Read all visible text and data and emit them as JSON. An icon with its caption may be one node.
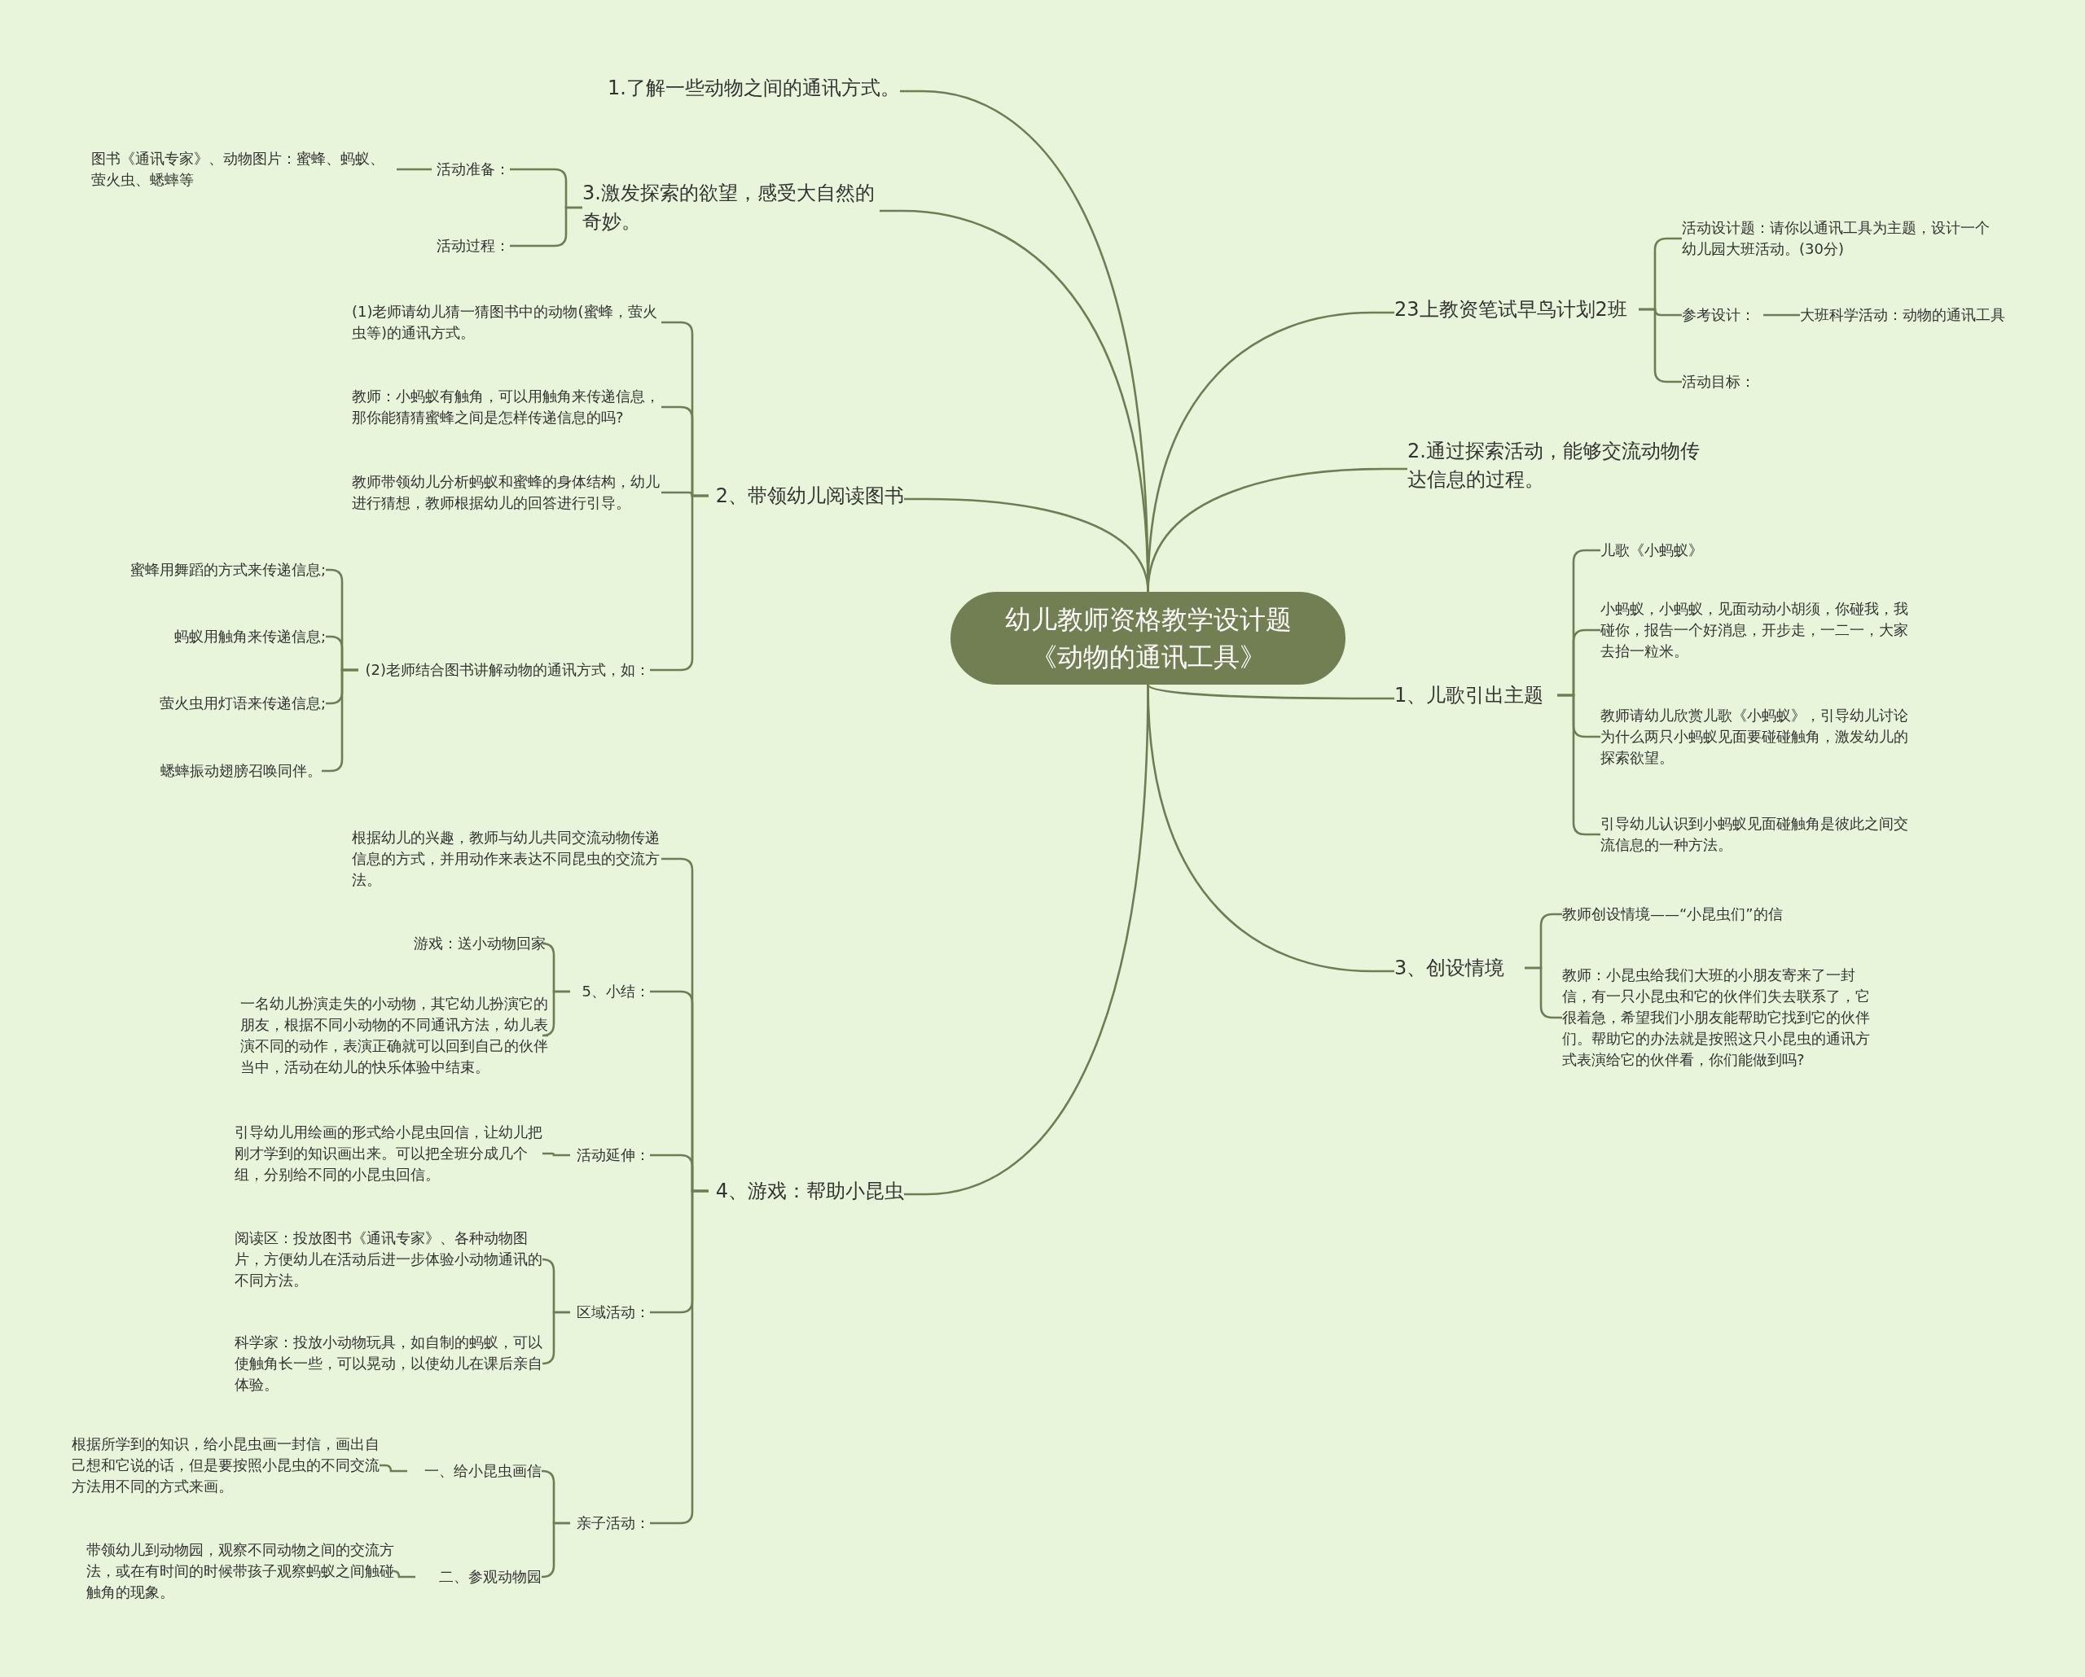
{
  "diagram": {
    "nodes": [
      {
        "text": [
          "幼儿教师资格教学设计题《动物的通讯工具》"
        ]
      },
      {
        "text": [
          "1.了解一些动物之间的通讯方式。"
        ]
      },
      {
        "text": [
          "3.激发探索的欲望，感受大自然的奇妙。"
        ]
      },
      {
        "text": [
          "活动准备："
        ]
      },
      {
        "text": [
          "图书《通讯专家》、动物图片：蜜蜂、蚂蚁、萤火虫、蟋蟀等"
        ]
      },
      {
        "text": [
          "活动过程："
        ]
      },
      {
        "text": [
          "2、带领幼儿阅读图书"
        ]
      },
      {
        "text": [
          "(1)老师请幼儿猜一猜图书中的动物(蜜蜂，萤火虫等)的通讯方式。"
        ]
      },
      {
        "text": [
          "教师：小蚂蚁有触角，可以用触角来传递信息，那你能猜猜蜜蜂之间是怎样传递信息的吗?"
        ]
      },
      {
        "text": [
          "教师带领幼儿分析蚂蚁和蜜蜂的身体结构，幼儿进行猜想，教师根据幼儿的回答进行引导。"
        ]
      },
      {
        "text": [
          "(2)老师结合图书讲解动物的通讯方式，如："
        ]
      },
      {
        "text": [
          "蜜蜂用舞蹈的方式来传递信息;"
        ]
      },
      {
        "text": [
          "蚂蚁用触角来传递信息;"
        ]
      },
      {
        "text": [
          "萤火虫用灯语来传递信息;"
        ]
      },
      {
        "text": [
          "蟋蟀振动翅膀召唤同伴。"
        ]
      },
      {
        "text": [
          "4、游戏：帮助小昆虫"
        ]
      },
      {
        "text": [
          "根据幼儿的兴趣，教师与幼儿共同交流动物传递信息的方式，并用动作来表达不同昆虫的交流方法。"
        ]
      },
      {
        "text": [
          "5、小结："
        ]
      },
      {
        "text": [
          "游戏：送小动物回家"
        ]
      },
      {
        "text": [
          "一名幼儿扮演走失的小动物，其它幼儿扮演它的朋友，根据不同小动物的不同通讯方法，幼儿表演不同的动作，表演正确就可以回到自己的伙伴当中，活动在幼儿的快乐体验中结束。"
        ]
      },
      {
        "text": [
          "活动延伸："
        ]
      },
      {
        "text": [
          "引导幼儿用绘画的形式给小昆虫回信，让幼儿把刚才学到的知识画出来。可以把全班分成几个组，分别给不同的小昆虫回信。"
        ]
      },
      {
        "text": [
          "区域活动："
        ]
      },
      {
        "text": [
          "阅读区：投放图书《通讯专家》、各种动物图片，方便幼儿在活动后进一步体验小动物通讯的不同方法。"
        ]
      },
      {
        "text": [
          "科学家：投放小动物玩具，如自制的蚂蚁，可以使触角长一些，可以晃动，以使幼儿在课后亲自体验。"
        ]
      },
      {
        "text": [
          "亲子活动："
        ]
      },
      {
        "text": [
          "一、给小昆虫画信"
        ]
      },
      {
        "text": [
          "根据所学到的知识，给小昆虫画一封信，画出自己想和它说的话，但是要按照小昆虫的不同交流方法用不同的方式来画。"
        ]
      },
      {
        "text": [
          "二、参观动物园"
        ]
      },
      {
        "text": [
          "带领幼儿到动物园，观察不同动物之间的交流方法，或在有时间的时候带孩子观察蚂蚁之间触碰触角的现象。"
        ]
      },
      {
        "text": [
          "23上教资笔试早鸟计划2班"
        ]
      },
      {
        "text": [
          "活动设计题：请你以通讯工具为主题，设计一个幼儿园大班活动。(30分)"
        ]
      },
      {
        "text": [
          "参考设计："
        ]
      },
      {
        "text": [
          "大班科学活动：动物的通讯工具"
        ]
      },
      {
        "text": [
          "活动目标："
        ]
      },
      {
        "text": [
          "2.通过探索活动，能够交流动物传达信息的过程。"
        ]
      },
      {
        "text": [
          "1、儿歌引出主题"
        ]
      },
      {
        "text": [
          "儿歌《小蚂蚁》"
        ]
      },
      {
        "text": [
          "小蚂蚁，小蚂蚁，见面动动小胡须，你碰我，我碰你，报告一个好消息，开步走，一二一，大家去抬一粒米。"
        ]
      },
      {
        "text": [
          "教师请幼儿欣赏儿歌《小蚂蚁》，引导幼儿讨论为什么两只小蚂蚁见面要碰碰触角，激发幼儿的探索欲望。"
        ]
      },
      {
        "text": [
          "引导幼儿认识到小蚂蚁见面碰触角是彼此之间交流信息的一种方法。"
        ]
      },
      {
        "text": [
          "3、创设情境"
        ]
      },
      {
        "text": [
          "教师创设情境——“小昆虫们”的信"
        ]
      },
      {
        "text": [
          "教师：小昆虫给我们大班的小朋友寄来了一封信，有一只小昆虫和它的伙伴们失去联系了，它很着急，希望我们小朋友能帮助它找到它的伙伴们。帮助它的办法就是按照这只小昆虫的通讯方式表演给它的伙伴看，你们能做到吗?"
        ]
      }
    ],
    "edges": [
      {
        "from": 0,
        "to": 1,
        "arrow": "none"
      },
      {
        "from": 0,
        "to": 2,
        "arrow": "none"
      },
      {
        "from": 2,
        "to": 3,
        "arrow": "none"
      },
      {
        "from": 3,
        "to": 4,
        "arrow": "none"
      },
      {
        "from": 2,
        "to": 5,
        "arrow": "none"
      },
      {
        "from": 0,
        "to": 6,
        "arrow": "none"
      },
      {
        "from": 6,
        "to": 7,
        "arrow": "none"
      },
      {
        "from": 6,
        "to": 8,
        "arrow": "none"
      },
      {
        "from": 6,
        "to": 9,
        "arrow": "none"
      },
      {
        "from": 6,
        "to": 10,
        "arrow": "none"
      },
      {
        "from": 10,
        "to": 11,
        "arrow": "none"
      },
      {
        "from": 10,
        "to": 12,
        "arrow": "none"
      },
      {
        "from": 10,
        "to": 13,
        "arrow": "none"
      },
      {
        "from": 10,
        "to": 14,
        "arrow": "none"
      },
      {
        "from": 0,
        "to": 15,
        "arrow": "none"
      },
      {
        "from": 15,
        "to": 16,
        "arrow": "none"
      },
      {
        "from": 15,
        "to": 17,
        "arrow": "none"
      },
      {
        "from": 17,
        "to": 18,
        "arrow": "none"
      },
      {
        "from": 17,
        "to": 19,
        "arrow": "none"
      },
      {
        "from": 15,
        "to": 20,
        "arrow": "none"
      },
      {
        "from": 20,
        "to": 21,
        "arrow": "none"
      },
      {
        "from": 15,
        "to": 22,
        "arrow": "none"
      },
      {
        "from": 22,
        "to": 23,
        "arrow": "none"
      },
      {
        "from": 22,
        "to": 24,
        "arrow": "none"
      },
      {
        "from": 15,
        "to": 25,
        "arrow": "none"
      },
      {
        "from": 25,
        "to": 26,
        "arrow": "none"
      },
      {
        "from": 26,
        "to": 27,
        "arrow": "none"
      },
      {
        "from": 25,
        "to": 28,
        "arrow": "none"
      },
      {
        "from": 28,
        "to": 29,
        "arrow": "none"
      },
      {
        "from": 0,
        "to": 30,
        "arrow": "none"
      },
      {
        "from": 30,
        "to": 31,
        "arrow": "none"
      },
      {
        "from": 30,
        "to": 32,
        "arrow": "none"
      },
      {
        "from": 32,
        "to": 33,
        "arrow": "none"
      },
      {
        "from": 30,
        "to": 34,
        "arrow": "none"
      },
      {
        "from": 0,
        "to": 35,
        "arrow": "none"
      },
      {
        "from": 0,
        "to": 36,
        "arrow": "none"
      },
      {
        "from": 36,
        "to": 37,
        "arrow": "none"
      },
      {
        "from": 36,
        "to": 38,
        "arrow": "none"
      },
      {
        "from": 36,
        "to": 39,
        "arrow": "none"
      },
      {
        "from": 36,
        "to": 40,
        "arrow": "none"
      },
      {
        "from": 0,
        "to": 41,
        "arrow": "none"
      },
      {
        "from": 41,
        "to": 42,
        "arrow": "none"
      },
      {
        "from": 41,
        "to": 43,
        "arrow": "none"
      }
    ]
  }
}
